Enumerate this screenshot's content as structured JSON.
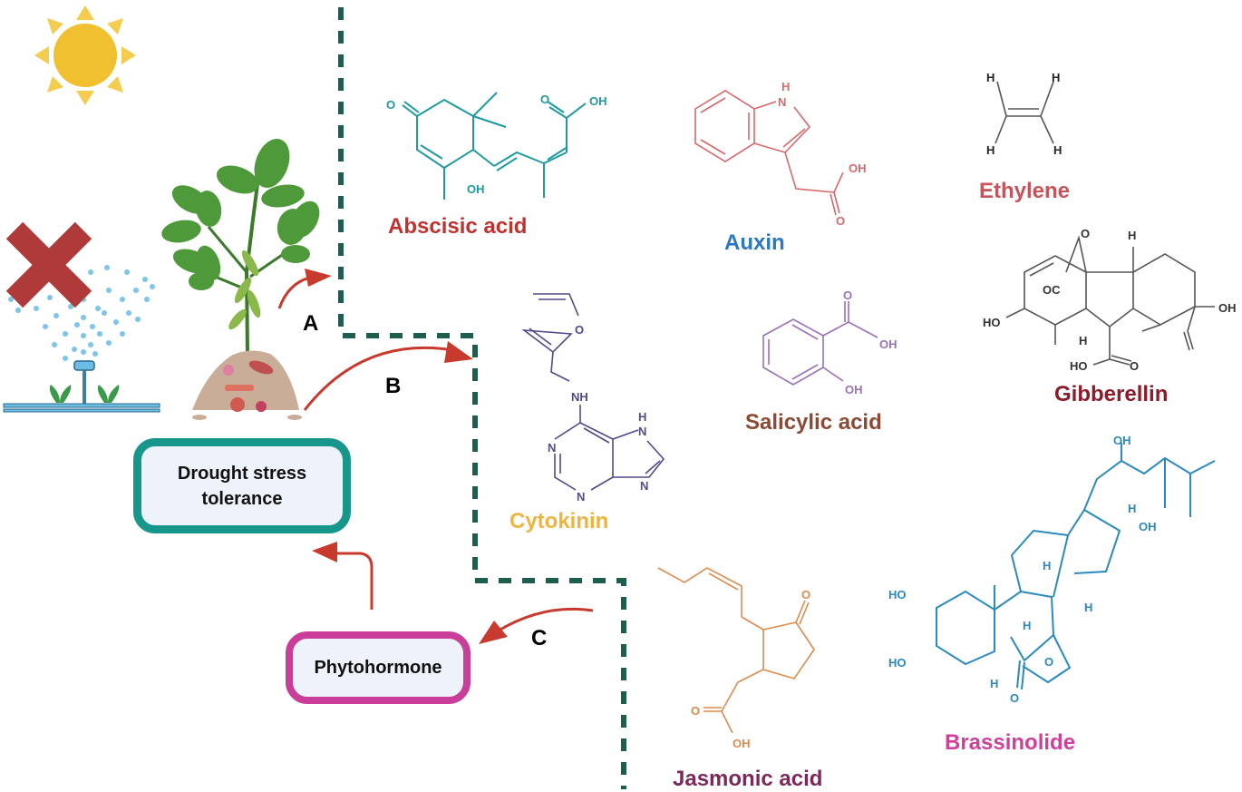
{
  "boxes": {
    "tolerance": {
      "line1": "Drought stress",
      "line2": "tolerance",
      "border_color": "#17968b"
    },
    "phytohormone": {
      "label": "Phytohormone",
      "border_color": "#c83e98"
    }
  },
  "steps": {
    "a": "A",
    "b": "B",
    "c": "C"
  },
  "hormones": [
    {
      "name": "Abscisic acid",
      "label_color": "#c0312f",
      "structure_color": "#1e9aa0"
    },
    {
      "name": "Auxin",
      "label_color": "#2979c0",
      "structure_color": "#d9686a"
    },
    {
      "name": "Ethylene",
      "label_color": "#c8535a",
      "structure_color": "#555555"
    },
    {
      "name": "Gibberellin",
      "label_color": "#8e1a2a",
      "structure_color": "#555555"
    },
    {
      "name": "Cytokinin",
      "label_color": "#f0b43c",
      "structure_color": "#4e4a8c"
    },
    {
      "name": "Salicylic acid",
      "label_color": "#8c4a34",
      "structure_color": "#9a70b8"
    },
    {
      "name": "Jasmonic acid",
      "label_color": "#7a2a5a",
      "structure_color": "#e08a4c"
    },
    {
      "name": "Brassinolide",
      "label_color": "#d0409a",
      "structure_color": "#2a8ac0"
    }
  ],
  "atoms": {
    "o": "O",
    "oh": "OH",
    "ho": "HO",
    "h": "H",
    "n": "N",
    "nh": "NH",
    "oc": "OC"
  },
  "colors": {
    "arrow": "#c83a2e",
    "divider": "#1e5e4e",
    "sun": "#f0c030",
    "cross": "#b03a3a",
    "water": "#6cbde6",
    "leaf": "#4a9a3a"
  }
}
